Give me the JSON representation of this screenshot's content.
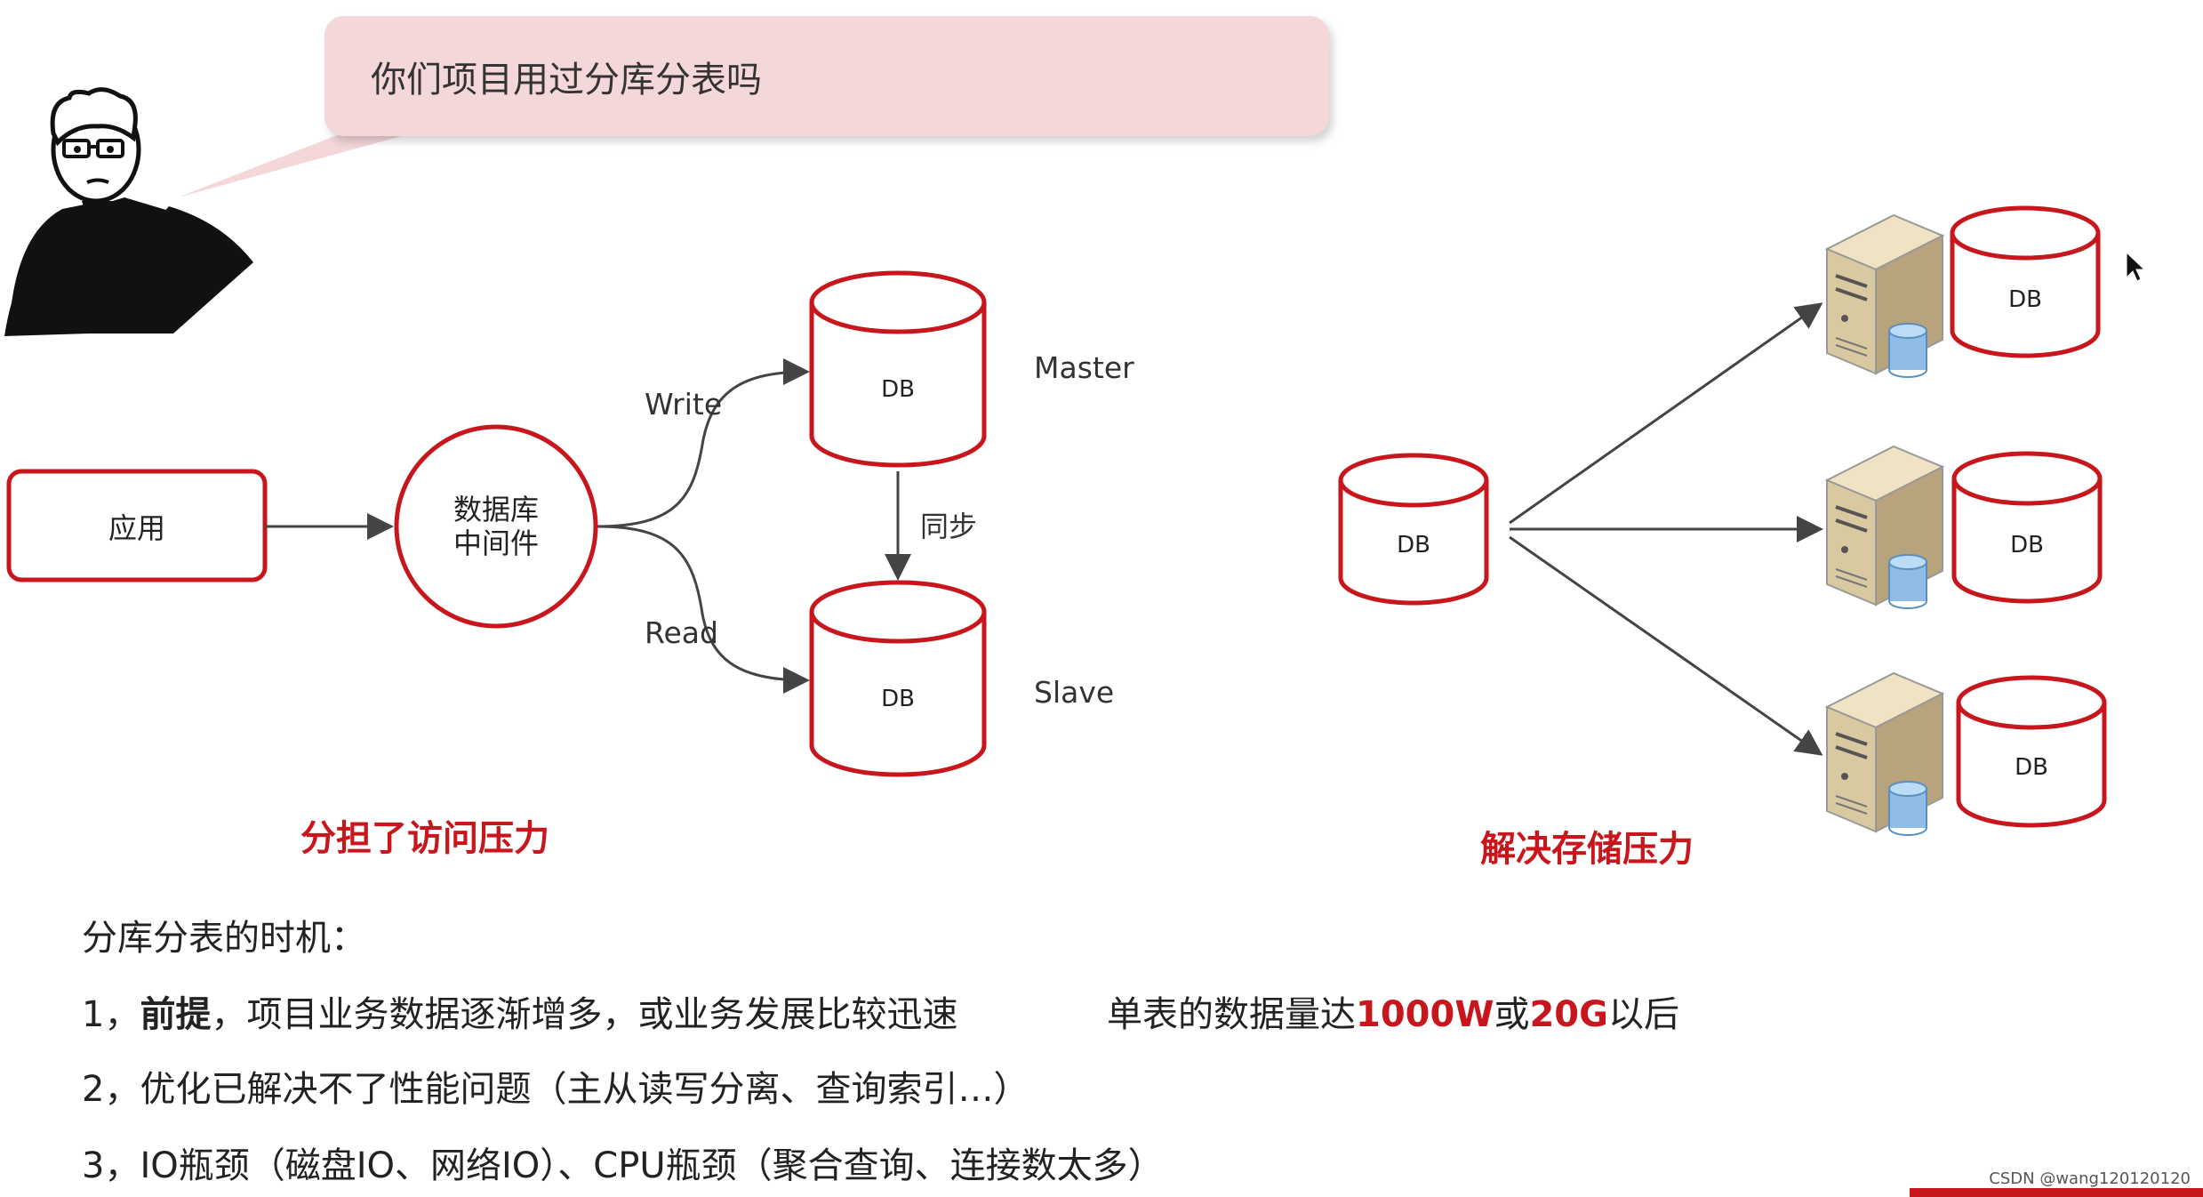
{
  "speech_bubble": {
    "text": "你们项目用过分库分表吗"
  },
  "left_diagram": {
    "app_label": "应用",
    "middleware_label_line1": "数据库",
    "middleware_label_line2": "中间件",
    "write_label": "Write",
    "read_label": "Read",
    "master_db_label": "DB",
    "slave_db_label": "DB",
    "master_label": "Master",
    "slave_label": "Slave",
    "sync_label": "同步",
    "caption": "分担了访问压力"
  },
  "right_diagram": {
    "source_db_label": "DB",
    "target_db_labels": [
      "DB",
      "DB",
      "DB"
    ],
    "caption": "解决存储压力"
  },
  "bottom": {
    "heading": "分库分表的时机：",
    "item1_prefix": "1，",
    "item1_bold": "前提",
    "item1_text": "，项目业务数据逐渐增多，或业务发展比较迅速",
    "item1_right_prefix": "单表的数据量达",
    "item1_hl1": "1000W",
    "item1_mid": "或",
    "item1_hl2": "20G",
    "item1_suffix": "以后",
    "item2": "2，优化已解决不了性能问题（主从读写分离、查询索引…）",
    "item3": "3，IO瓶颈（磁盘IO、网络IO）、CPU瓶颈（聚合查询、连接数太多）"
  },
  "watermark": "CSDN @wang120120120",
  "colors": {
    "accent_red": "#c8161d",
    "bubble_pink": "#f3d7d9",
    "arrow_gray": "#444444"
  }
}
